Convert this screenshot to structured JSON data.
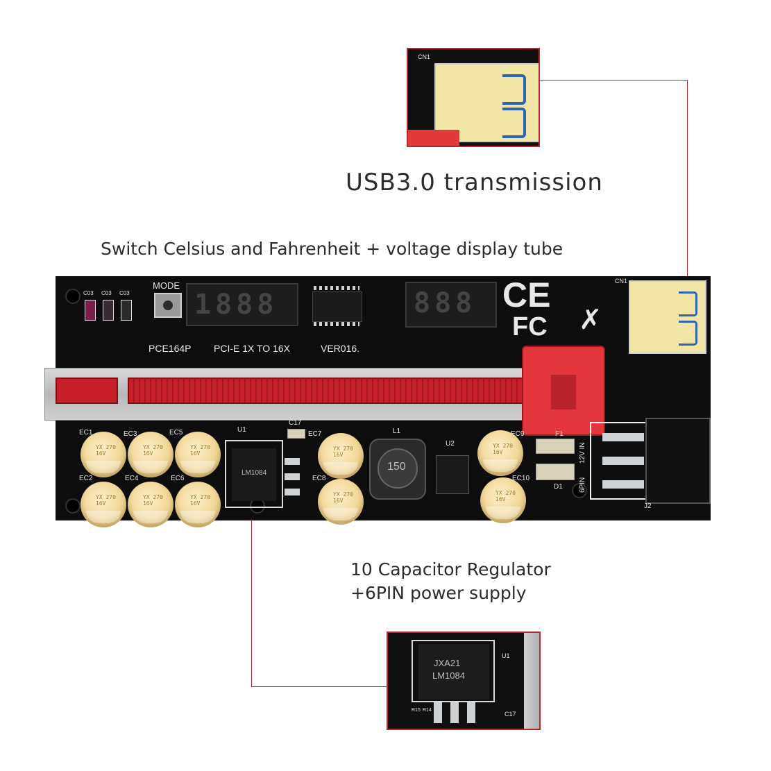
{
  "captions": {
    "usb": "USB3.0 transmission",
    "display": "Switch Celsius and Fahrenheit + voltage display tube",
    "regulator_line1": "10 Capacitor Regulator",
    "regulator_line2": "+6PIN power supply"
  },
  "board": {
    "mode_label": "MODE",
    "model": "PCE164P",
    "interface": "PCI-E 1X TO 16X",
    "version": "VER016.",
    "display_left": "1888",
    "display_right": "888",
    "ce_mark": "CE",
    "fc_mark": "FC",
    "cn1_label": "CN1",
    "j2_label": "J2",
    "power_label": "12V IN",
    "power_label_2": "6PIN",
    "f1_label": "F1",
    "d1_label": "D1",
    "l1_label": "L1",
    "u1_label": "U1",
    "u2_label": "U2",
    "c17_label": "C17",
    "inductor_code": "150",
    "regulator_code": "LM1084",
    "led_labels": [
      "C03",
      "C03",
      "C03"
    ],
    "capacitors": [
      "EC1",
      "EC2",
      "EC3",
      "EC4",
      "EC5",
      "EC6",
      "EC7",
      "EC8",
      "EC9",
      "EC10"
    ],
    "cap_marking": "YX 270 16V"
  },
  "inset_usb": {
    "label": "CN1"
  },
  "inset_regulator": {
    "line1": "JXA21",
    "line2": "LM1084",
    "u_label": "U1",
    "c_label": "C17",
    "r_labels": [
      "R15",
      "R14"
    ]
  },
  "colors": {
    "pcb": "#0d0d0d",
    "slot_red": "#c8202a",
    "callout": "#b22a2a",
    "usb_yellow": "#f2e6a6",
    "usb_blue": "#2f63b3"
  }
}
